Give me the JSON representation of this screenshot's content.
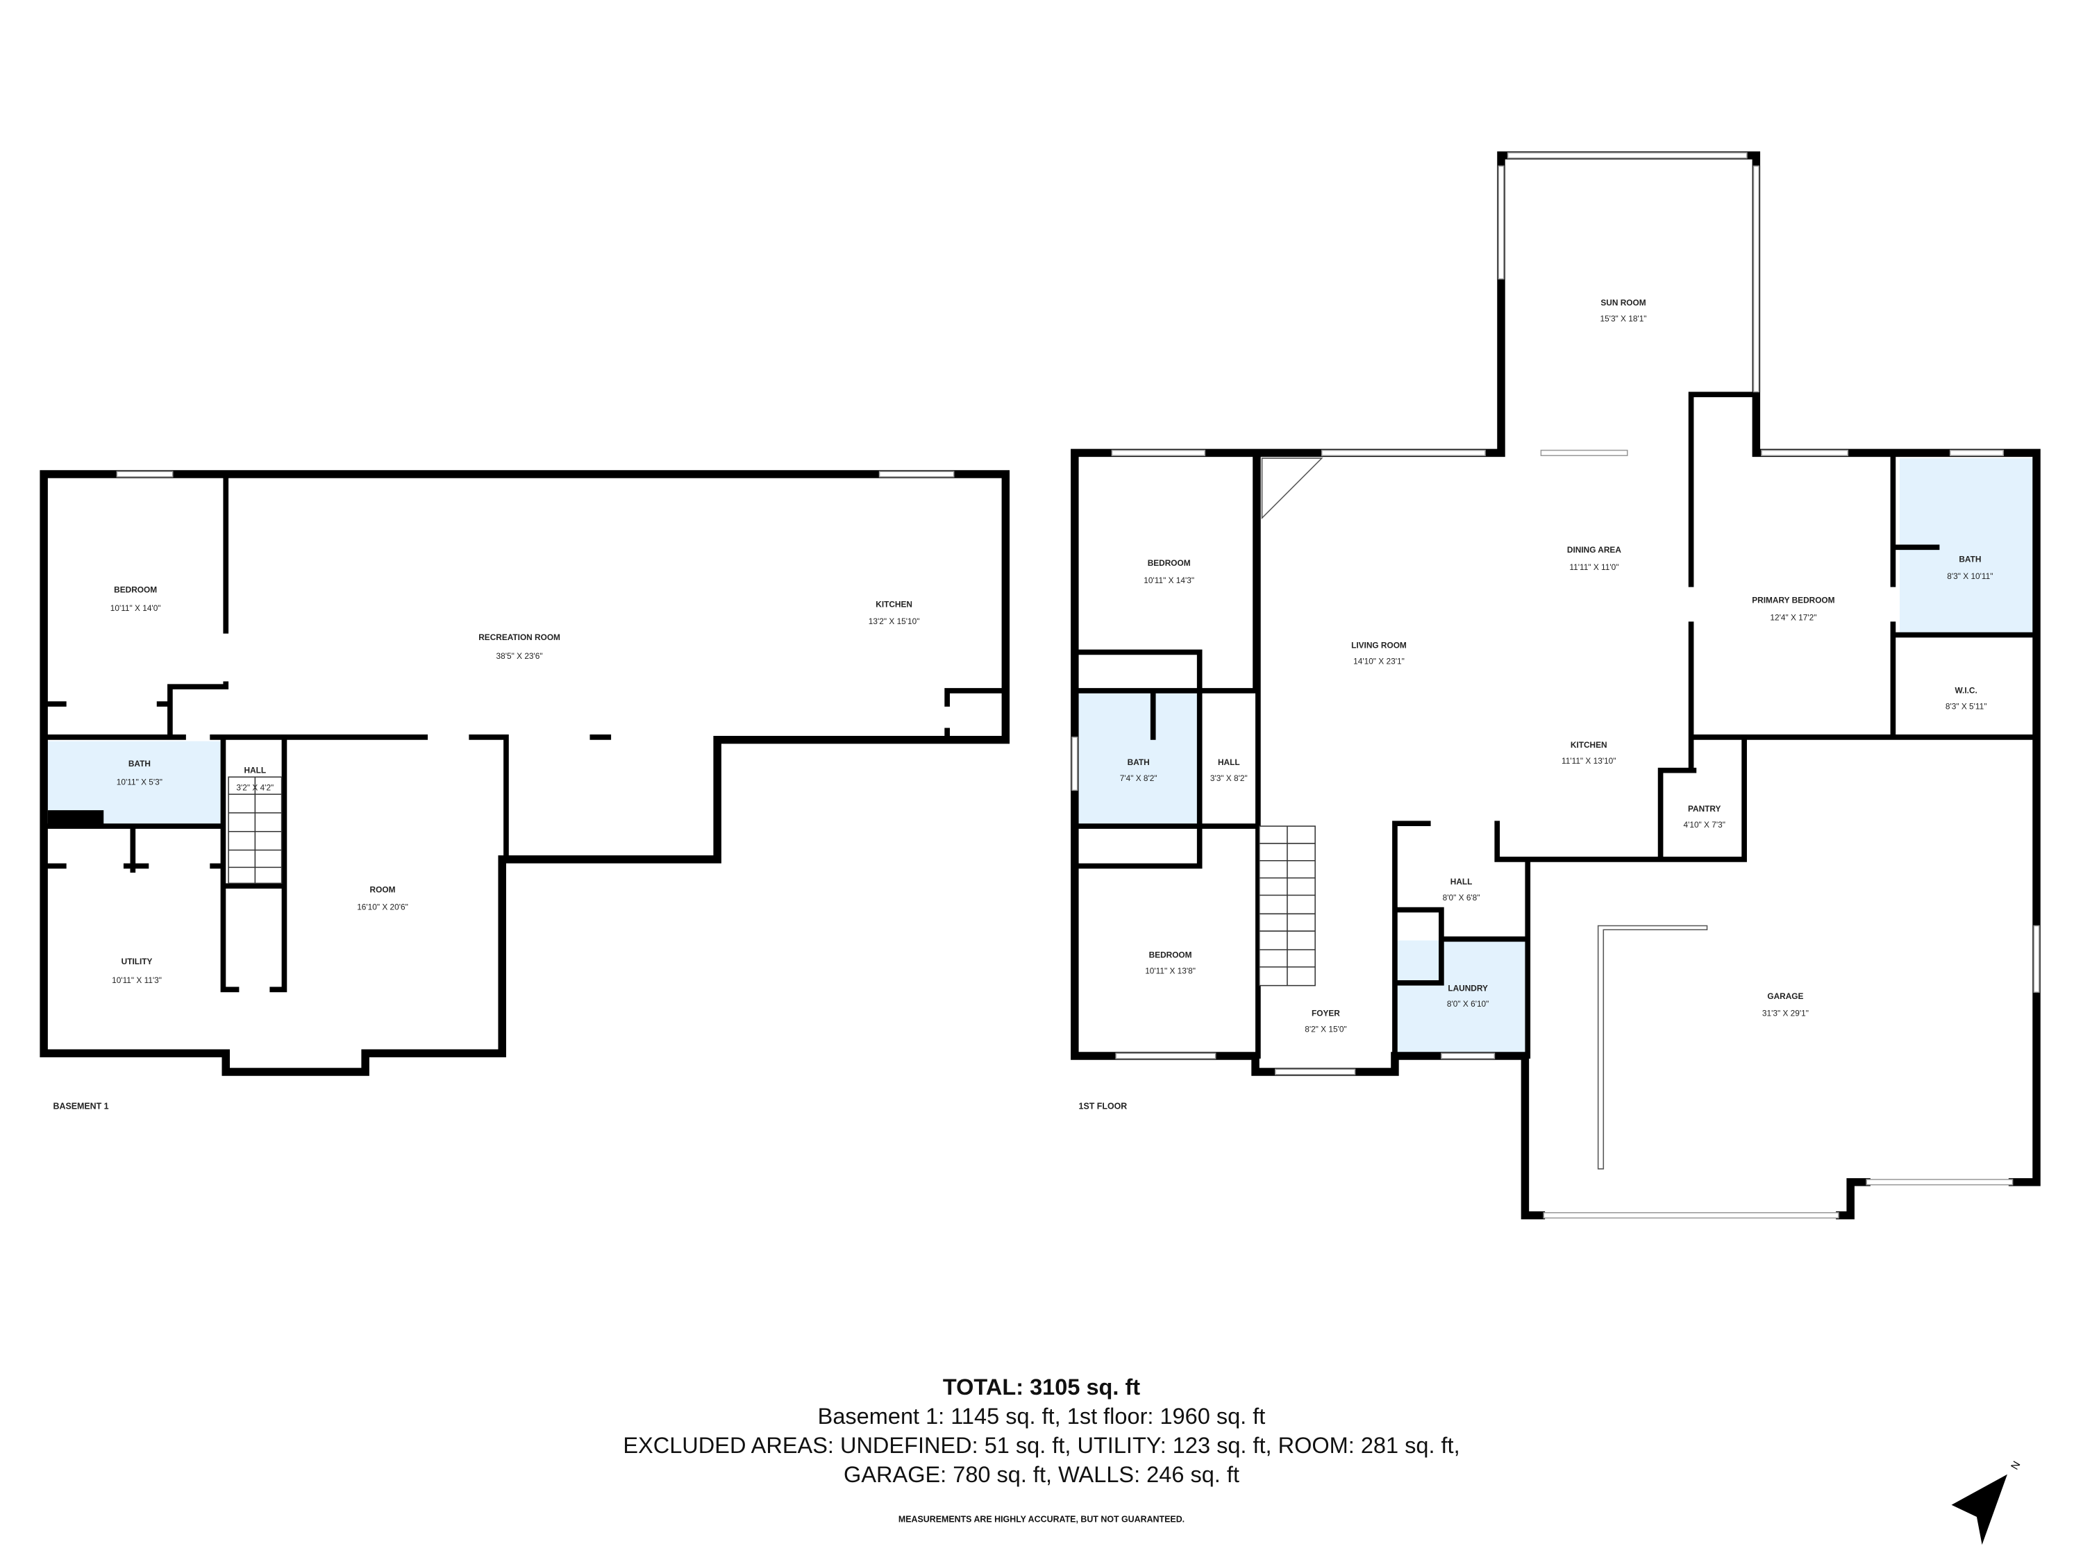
{
  "basement": {
    "label": "BASEMENT 1",
    "rooms": [
      {
        "name": "BEDROOM",
        "dims": "10'11\" X 14'0\""
      },
      {
        "name": "RECREATION ROOM",
        "dims": "38'5\" X 23'6\""
      },
      {
        "name": "KITCHEN",
        "dims": "13'2\" X 15'10\""
      },
      {
        "name": "BATH",
        "dims": "10'11\" X 5'3\""
      },
      {
        "name": "HALL",
        "dims": "3'2\" X 4'2\""
      },
      {
        "name": "ROOM",
        "dims": "16'10\" X 20'6\""
      },
      {
        "name": "UTILITY",
        "dims": "10'11\" X 11'3\""
      }
    ]
  },
  "first_floor": {
    "label": "1ST FLOOR",
    "rooms": [
      {
        "name": "SUN ROOM",
        "dims": "15'3\" X 18'1\""
      },
      {
        "name": "BEDROOM",
        "dims": "10'11\" X 14'3\""
      },
      {
        "name": "DINING AREA",
        "dims": "11'11\" X 11'0\""
      },
      {
        "name": "LIVING ROOM",
        "dims": "14'10\" X 23'1\""
      },
      {
        "name": "PRIMARY BEDROOM",
        "dims": "12'4\" X 17'2\""
      },
      {
        "name": "BATH",
        "dims": "8'3\" X 10'11\""
      },
      {
        "name": "W.I.C.",
        "dims": "8'3\" X 5'11\""
      },
      {
        "name": "BATH",
        "dims": "7'4\" X 8'2\""
      },
      {
        "name": "HALL",
        "dims": "3'3\" X 8'2\""
      },
      {
        "name": "KITCHEN",
        "dims": "11'11\" X 13'10\""
      },
      {
        "name": "PANTRY",
        "dims": "4'10\" X 7'3\""
      },
      {
        "name": "HALL",
        "dims": "8'0\" X 6'8\""
      },
      {
        "name": "BEDROOM",
        "dims": "10'11\" X 13'8\""
      },
      {
        "name": "LAUNDRY",
        "dims": "8'0\" X 6'10\""
      },
      {
        "name": "FOYER",
        "dims": "8'2\" X 15'0\""
      },
      {
        "name": "GARAGE",
        "dims": "31'3\" X 29'1\""
      }
    ]
  },
  "summary": {
    "total": "TOTAL: 3105 sq. ft",
    "floors": "Basement 1: 1145 sq. ft, 1st floor: 1960 sq. ft",
    "excluded_line1": "EXCLUDED AREAS: UNDEFINED: 51 sq. ft, UTILITY: 123 sq. ft, ROOM: 281 sq. ft,",
    "excluded_line2": "GARAGE: 780 sq. ft, WALLS: 246 sq. ft",
    "disclaimer": "MEASUREMENTS ARE HIGHLY ACCURATE, BUT NOT GUARANTEED."
  },
  "compass": {
    "label": "N",
    "icon": "north-arrow-icon"
  },
  "colors": {
    "wet_room_fill": "#e3f2fd",
    "wall": "#000000"
  }
}
